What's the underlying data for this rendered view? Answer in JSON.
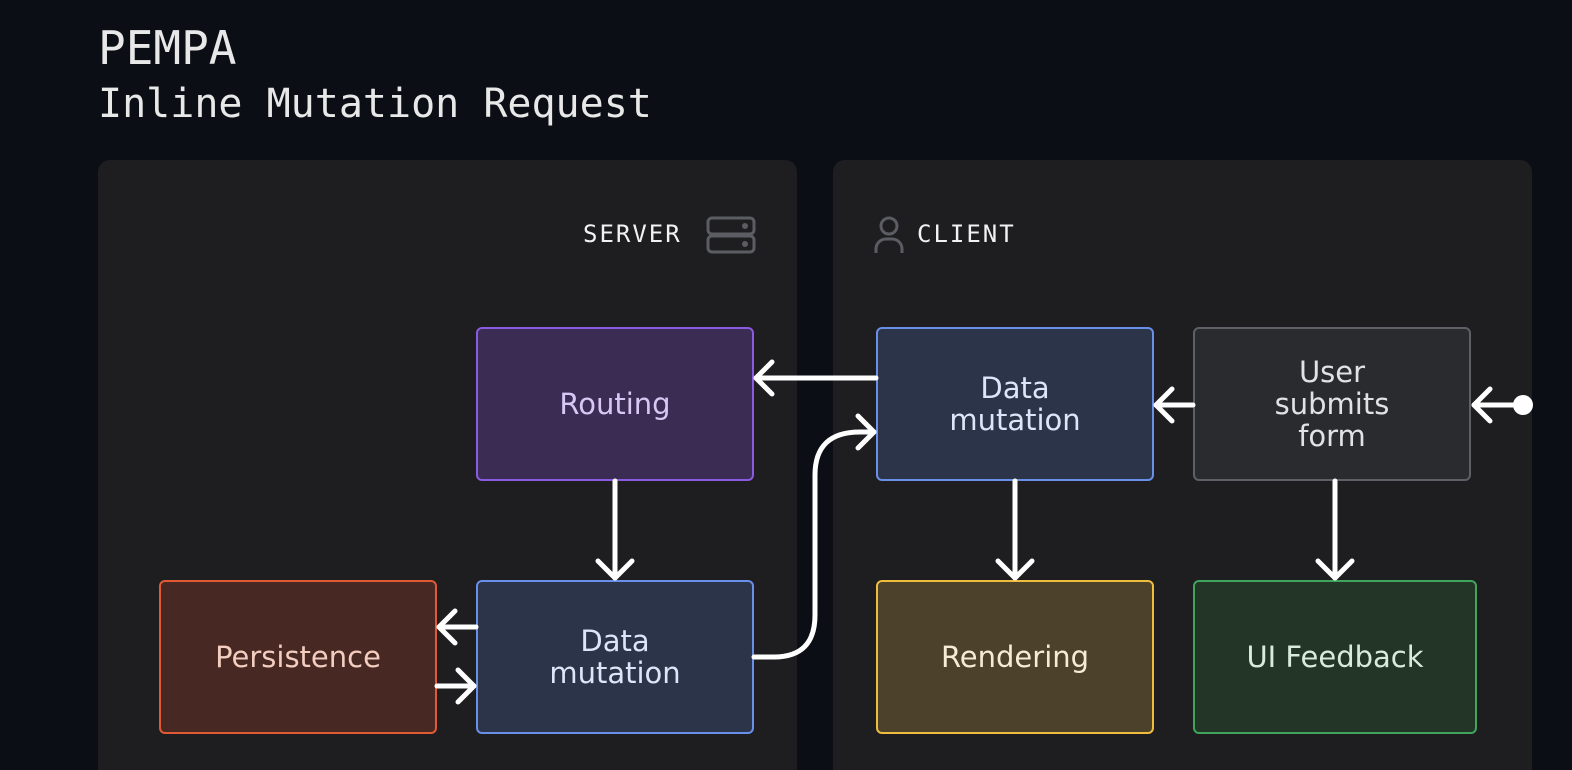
{
  "header": {
    "title": "PEMPA",
    "subtitle": "Inline Mutation Request"
  },
  "panels": {
    "server": {
      "label": "SERVER",
      "icon": "server-icon"
    },
    "client": {
      "label": "CLIENT",
      "icon": "user-icon"
    }
  },
  "nodes": {
    "routing": "Routing",
    "server_mutation": "Data\nmutation",
    "persistence": "Persistence",
    "client_mutation": "Data\nmutation",
    "user_submits": "User\nsubmits\nform",
    "rendering": "Rendering",
    "ui_feedback": "UI Feedback"
  },
  "colors": {
    "background": "#0b0e15",
    "panel": "#1e1e20",
    "routing": "#8a5ae0",
    "mutation": "#6a8fe8",
    "persistence": "#e05a34",
    "rendering": "#efbc3e",
    "feedback": "#3fa55c",
    "user": "#5e6068",
    "arrow": "#ffffff"
  }
}
